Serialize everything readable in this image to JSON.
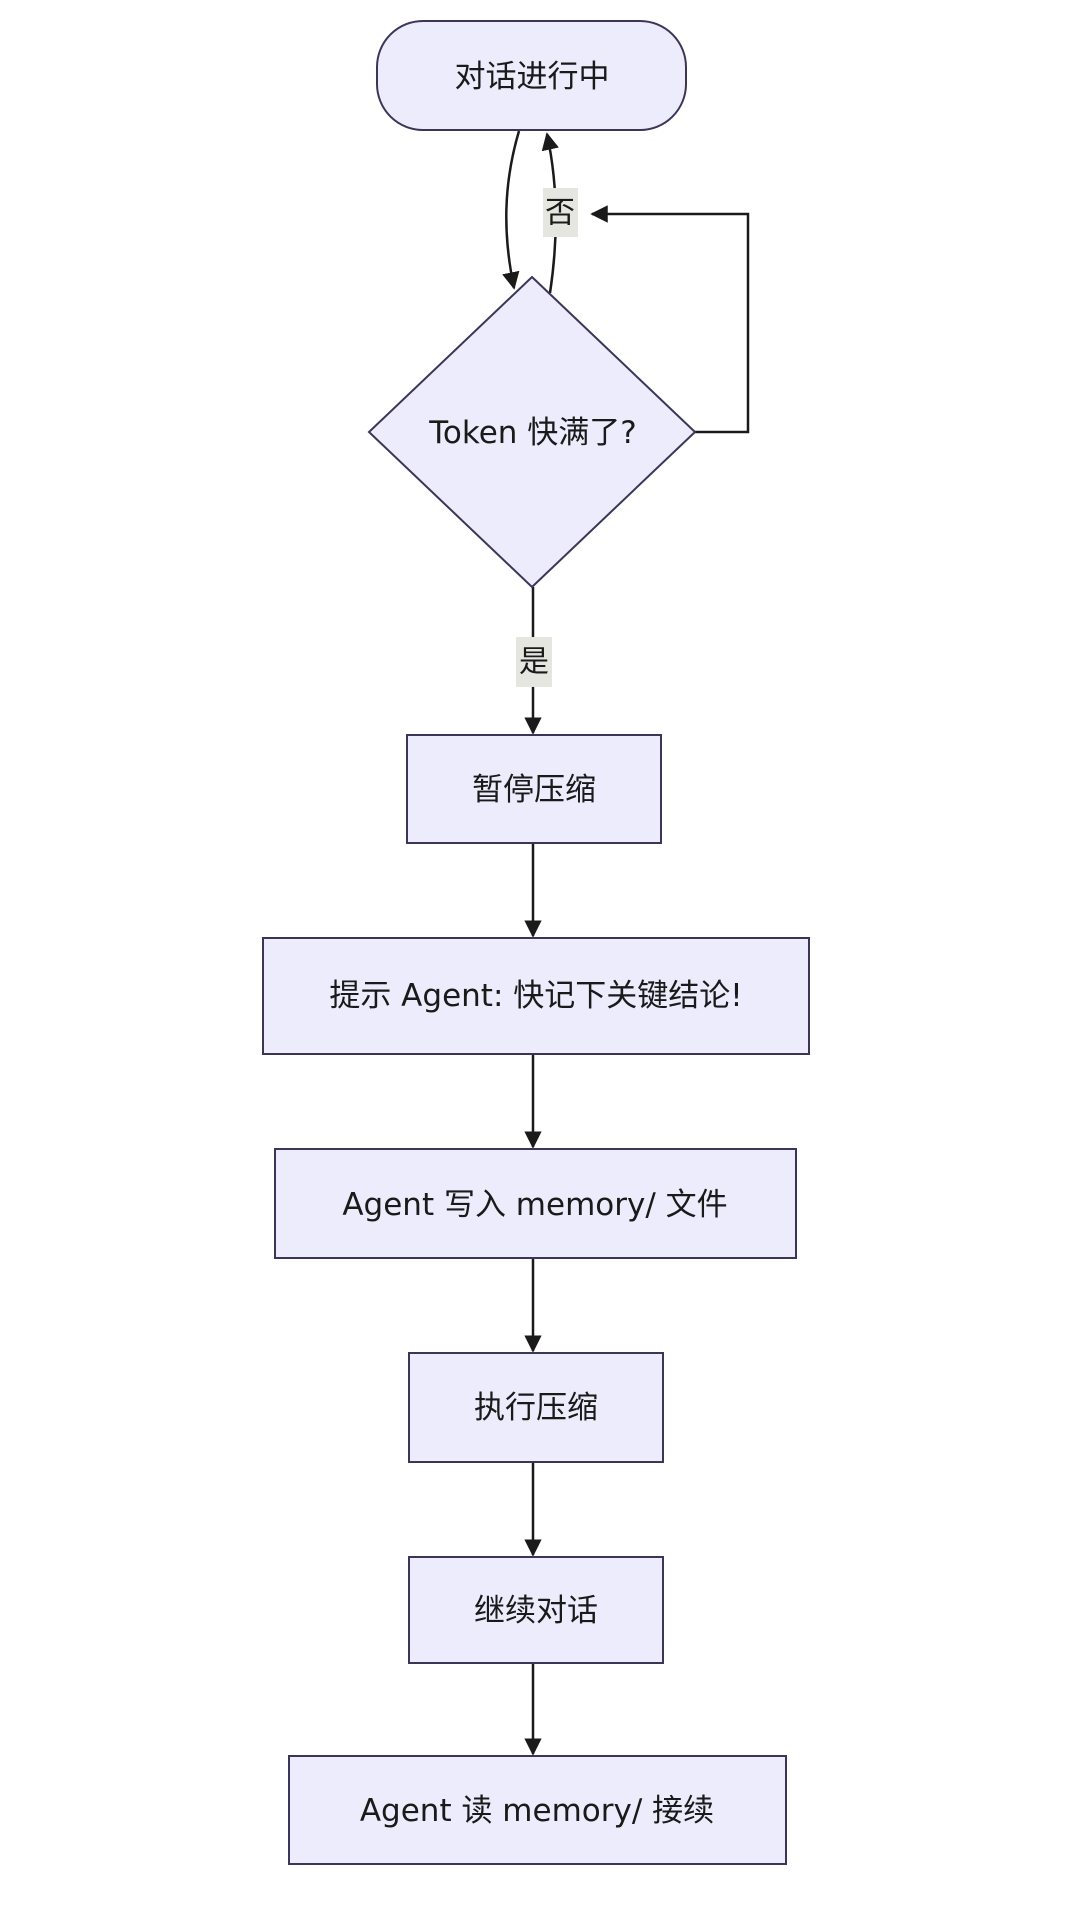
{
  "diagram": {
    "type": "flowchart",
    "direction": "top-down",
    "colors": {
      "node_fill": "#ececfc",
      "node_stroke": "#3d3558",
      "edge": "#1a1a1a",
      "label_bg": "#e6e6e1",
      "background": "#ffffff"
    },
    "nodes": {
      "start": {
        "label": "对话进行中",
        "shape": "rounded-rect"
      },
      "decision": {
        "label": "Token 快满了?",
        "shape": "diamond"
      },
      "pause": {
        "label": "暂停压缩",
        "shape": "rect"
      },
      "prompt": {
        "label": "提示 Agent: 快记下关键结论!",
        "shape": "rect"
      },
      "write": {
        "label": "Agent 写入 memory/ 文件",
        "shape": "rect"
      },
      "compress": {
        "label": "执行压缩",
        "shape": "rect"
      },
      "continue": {
        "label": "继续对话",
        "shape": "rect"
      },
      "read": {
        "label": "Agent 读 memory/ 接续",
        "shape": "rect"
      }
    },
    "edges": [
      {
        "from": "start",
        "to": "decision",
        "label": ""
      },
      {
        "from": "decision",
        "to": "start",
        "label": "否"
      },
      {
        "from": "decision",
        "to": "pause",
        "label": "是"
      },
      {
        "from": "pause",
        "to": "prompt",
        "label": ""
      },
      {
        "from": "prompt",
        "to": "write",
        "label": ""
      },
      {
        "from": "write",
        "to": "compress",
        "label": ""
      },
      {
        "from": "compress",
        "to": "continue",
        "label": ""
      },
      {
        "from": "continue",
        "to": "read",
        "label": ""
      }
    ],
    "edge_labels": {
      "no": "否",
      "yes": "是"
    }
  }
}
